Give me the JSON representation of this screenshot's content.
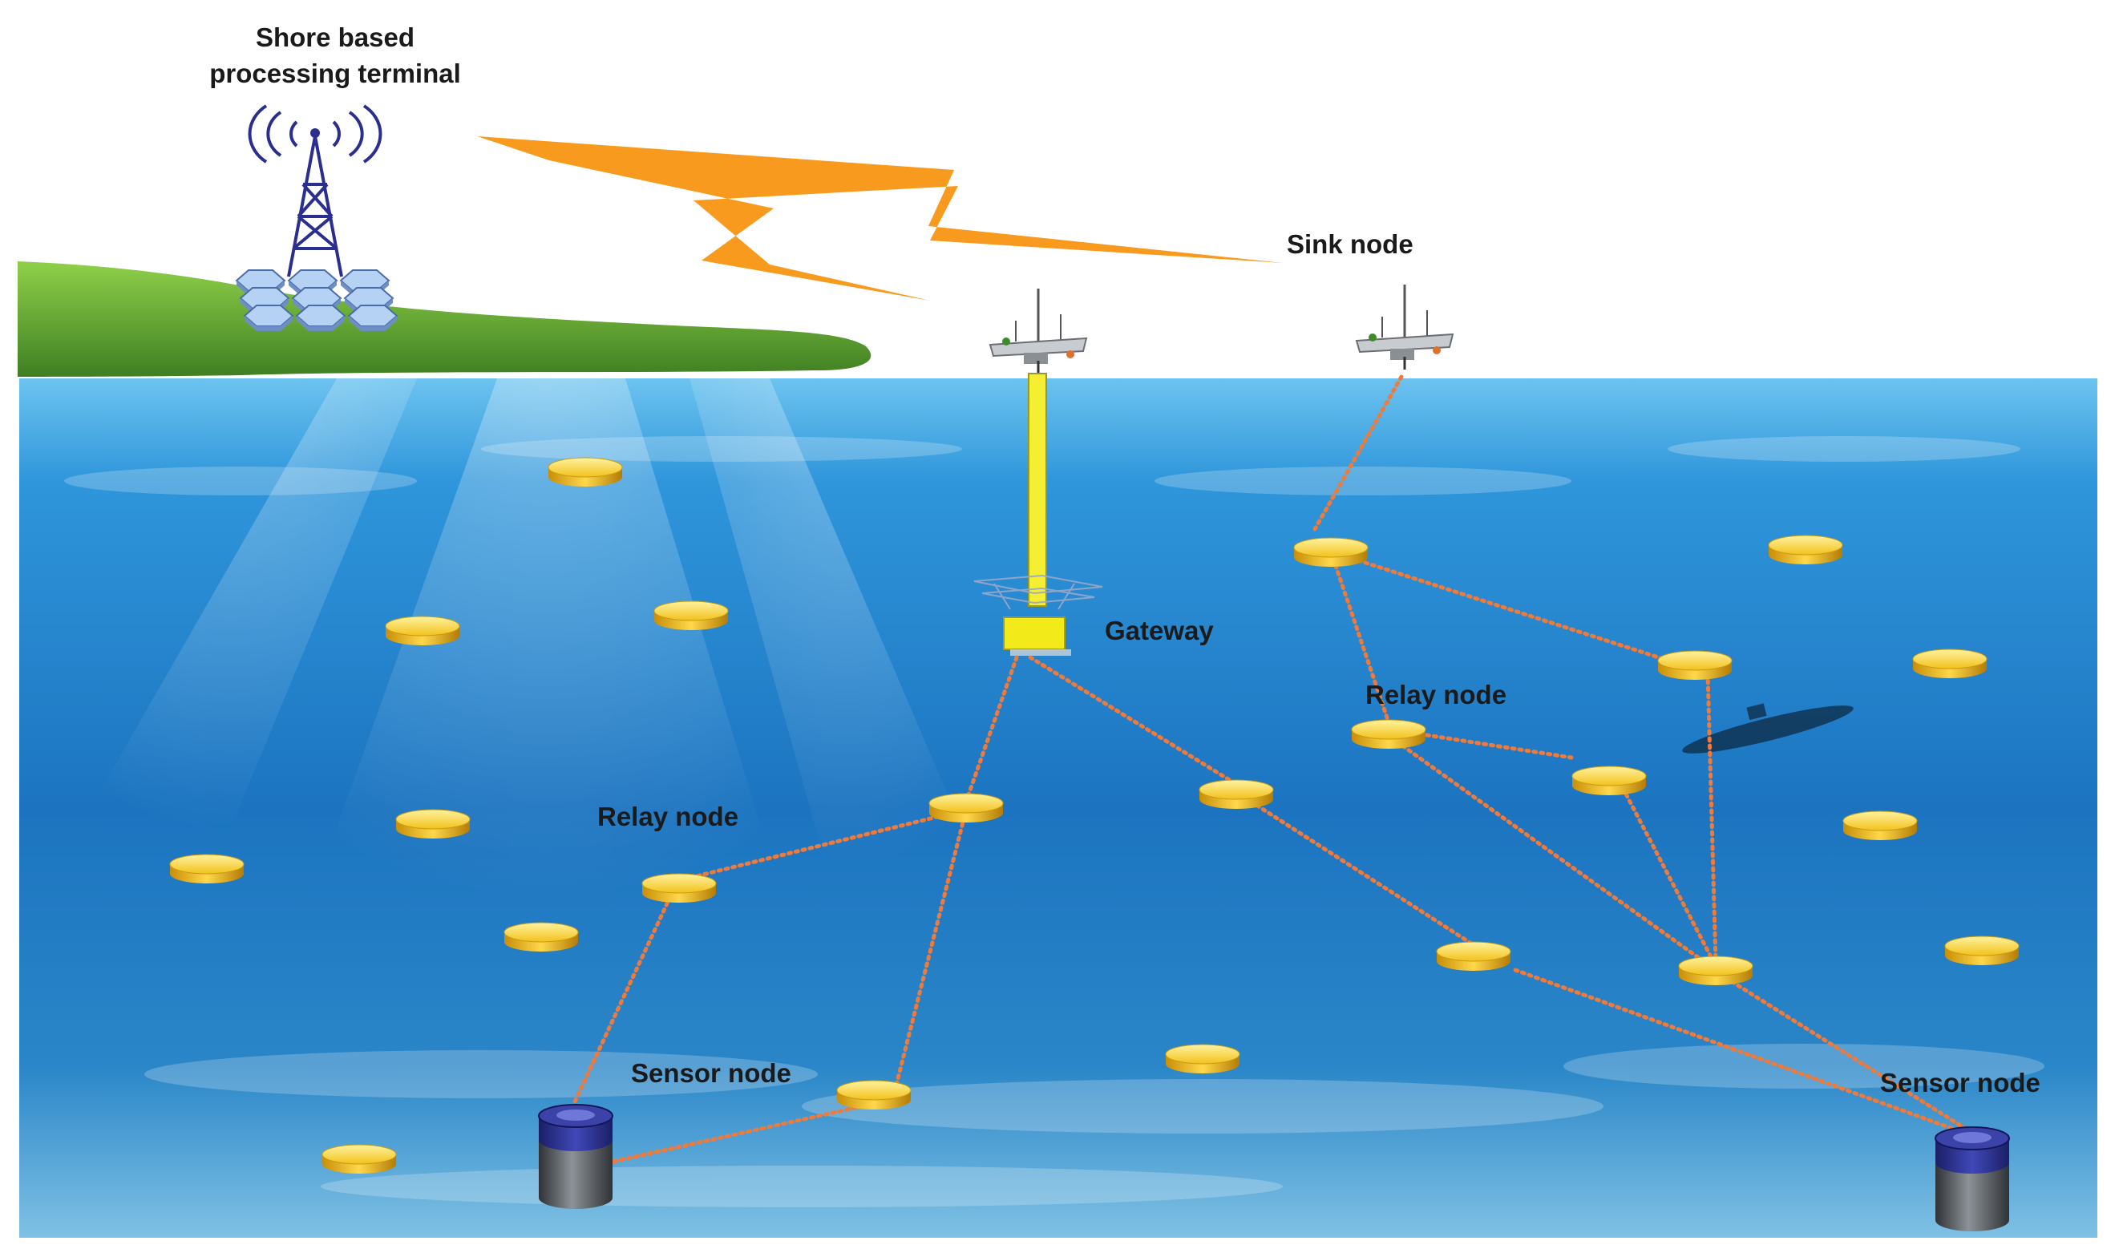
{
  "labels": {
    "shore_line1": "Shore based",
    "shore_line2": "processing terminal",
    "sink": "Sink node",
    "gateway": "Gateway",
    "relay_right": "Relay node",
    "relay_left": "Relay node",
    "sensor_left": "Sensor node",
    "sensor_right": "Sensor node"
  },
  "colors": {
    "sea_top": "#3fa0dc",
    "sea_bottom": "#1766b0",
    "land": "#5aa332",
    "lightning": "#f79a1e",
    "link": "#ee7a3c",
    "relay_disk": "#f3c21d",
    "gateway": "#f3ea1a",
    "sensor_cap": "#2a2f8f",
    "sensor_body": "#555a60",
    "tower": "#2a2f8f"
  },
  "icons": [
    "antenna-tower-icon",
    "solar-panel-icon",
    "lightning-bolt-icon",
    "buoy-icon",
    "gateway-box-icon",
    "relay-node-icon",
    "sensor-node-icon",
    "submarine-icon"
  ]
}
